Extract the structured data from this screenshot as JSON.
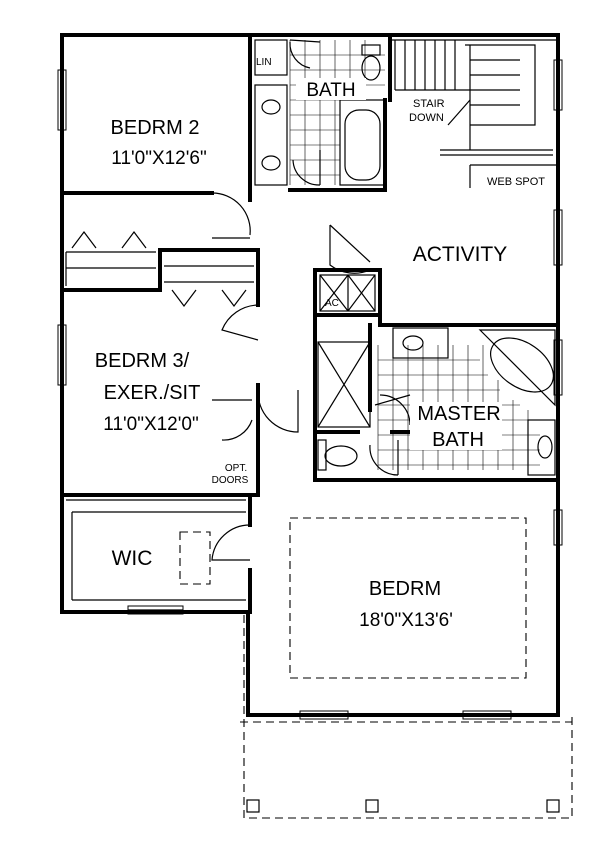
{
  "rooms": {
    "bedrm2_name": "BEDRM 2",
    "bedrm2_size": "11'0\"X12'6\"",
    "bath": "BATH",
    "lin": "LIN",
    "stair_line1": "STAIR",
    "stair_line2": "DOWN",
    "web_spot": "WEB SPOT",
    "activity": "ACTIVITY",
    "ac": "AC",
    "bedrm3_line1": "BEDRM 3/",
    "bedrm3_line2": "EXER./SIT",
    "bedrm3_size": "11'0\"X12'0\"",
    "opt_line1": "OPT.",
    "opt_line2": "DOORS",
    "master_line1": "MASTER",
    "master_line2": "BATH",
    "wic": "WIC",
    "bedrm_name": "BEDRM",
    "bedrm_size": "18'0\"X13'6'"
  }
}
